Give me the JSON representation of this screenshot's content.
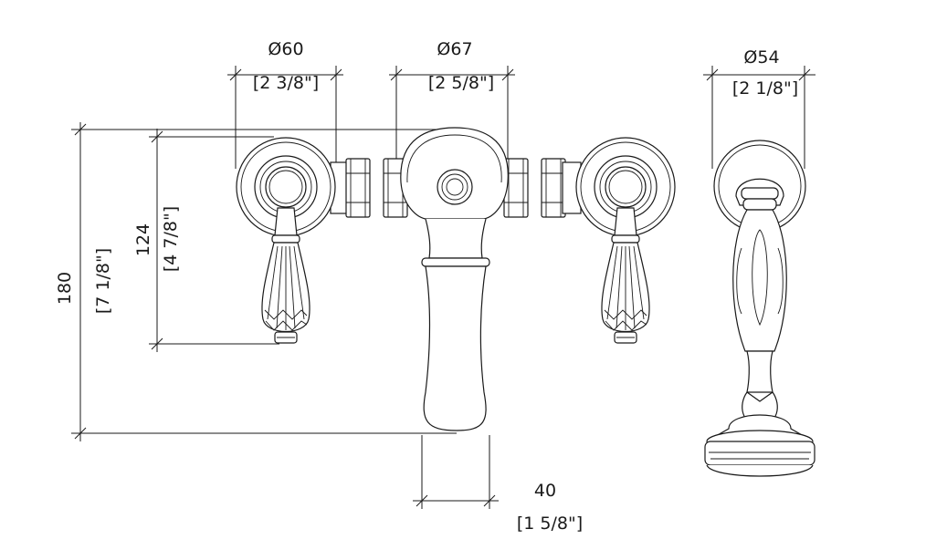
{
  "dimensions": {
    "handle_diameter": {
      "metric": "Ø60",
      "imperial": "[2 3/8\"]"
    },
    "spout_diameter": {
      "metric": "Ø67",
      "imperial": "[2 5/8\"]"
    },
    "handshower_diameter": {
      "metric": "Ø54",
      "imperial": "[2 1/8\"]"
    },
    "overall_height": {
      "metric": "180",
      "imperial": "[7 1/8\"]"
    },
    "handle_height": {
      "metric": "124",
      "imperial": "[4 7/8\"]"
    },
    "spout_projection": {
      "metric": "40",
      "imperial": "[1 5/8\"]"
    }
  }
}
